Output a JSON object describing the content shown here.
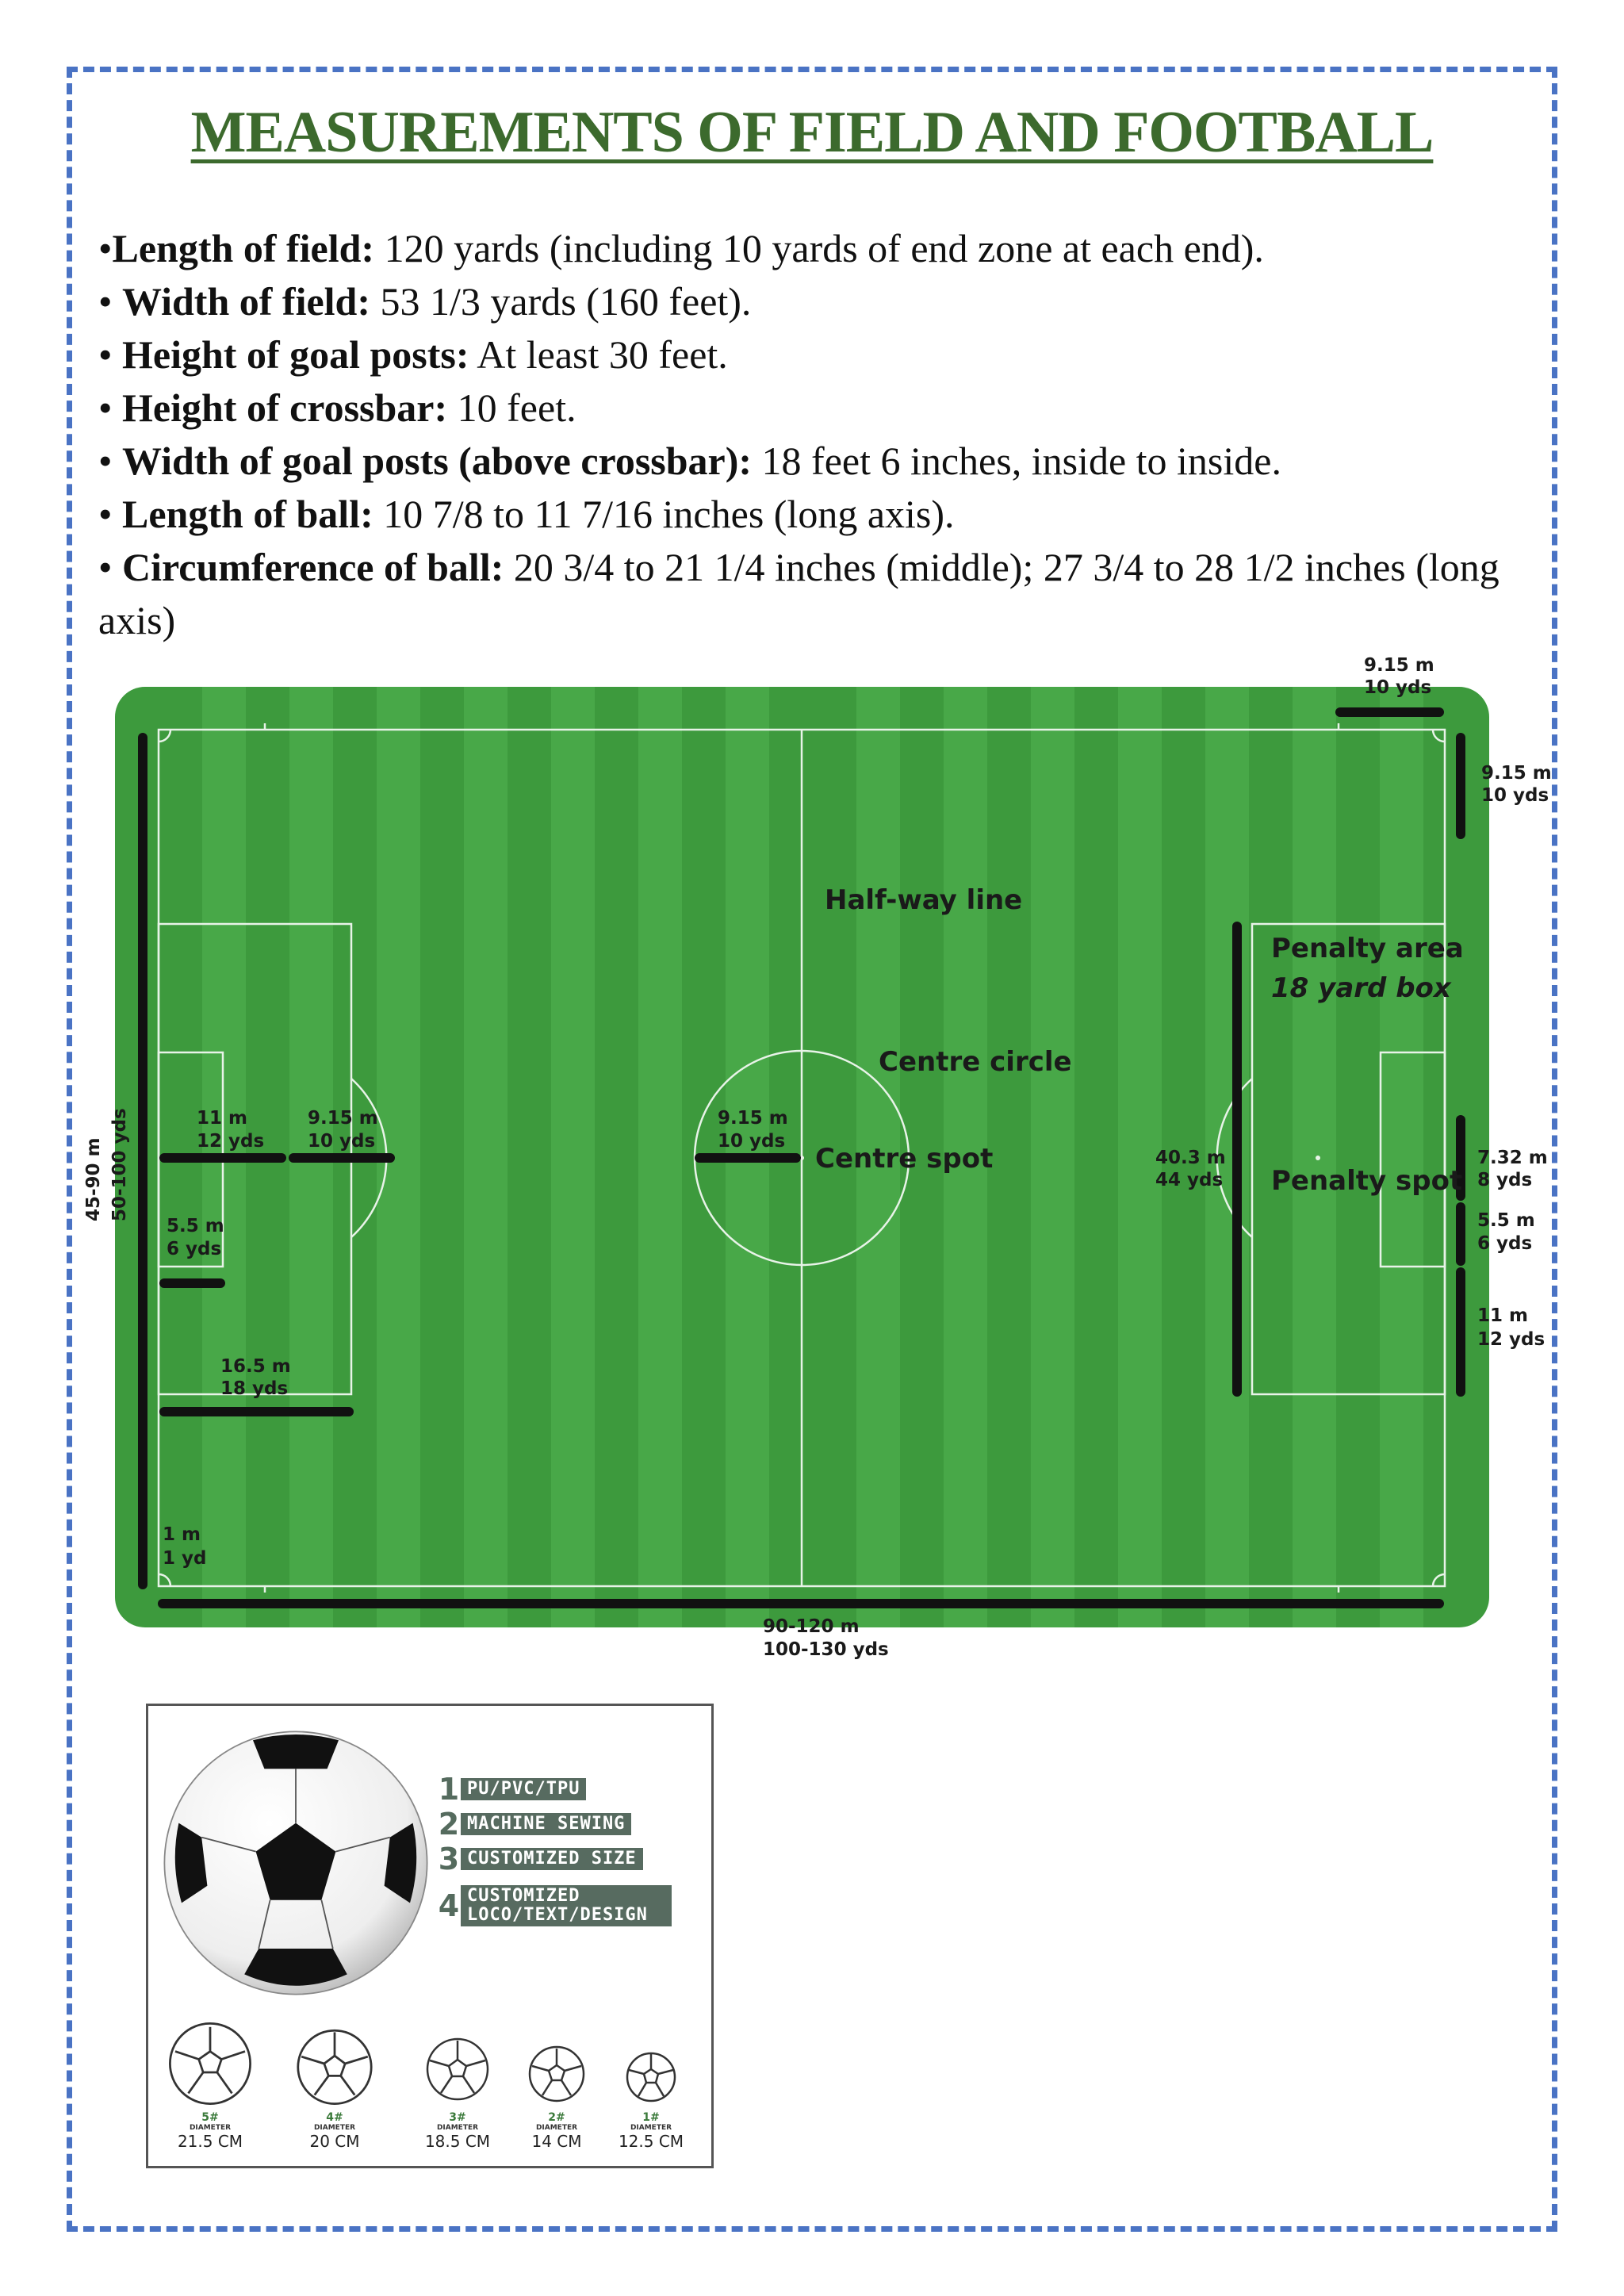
{
  "title": "MEASUREMENTS OF FIELD AND FOOTBALL",
  "facts": [
    {
      "bullet": "•",
      "label": "Length of field:",
      "text": " 120 yards (including 10 yards of end zone at each end)."
    },
    {
      "bullet": "• ",
      "label": "Width of field:",
      "text": " 53 1/3 yards (160 feet)."
    },
    {
      "bullet": "• ",
      "label": "Height of goal posts:",
      "text": " At least 30 feet."
    },
    {
      "bullet": "• ",
      "label": "Height of crossbar:",
      "text": " 10 feet."
    },
    {
      "bullet": "• ",
      "label": "Width of goal posts (above crossbar):",
      "text": " 18 feet 6 inches, inside to inside."
    },
    {
      "bullet": "• ",
      "label": "Length of ball:",
      "text": " 10 7/8 to 11 7/16 inches (long axis)."
    },
    {
      "bullet": "• ",
      "label": "Circumference of ball:",
      "text": " 20 3/4 to 21 1/4 inches (middle); 27 3/4 to 28 1/2 inches (long axis)"
    }
  ],
  "pitch": {
    "colors": {
      "grass": "#3d9a3d",
      "stripe": "#48a848",
      "line": "#e8f3e8",
      "arrow": "#111111"
    },
    "labels": {
      "halfway": "Half-way line",
      "penalty_area": "Penalty area",
      "yard_box": "18 yard box",
      "centre_circle": "Centre circle",
      "centre_spot": "Centre spot",
      "penalty_spot": "Penalty spot",
      "corner_m": "9.15 m",
      "corner_yds": "10 yds",
      "corner_side_m": "9.15 m",
      "corner_side_yds": "10 yds",
      "side_m": "45-90 m",
      "side_yds": "50-100 yds",
      "pen_spot_m": "11 m",
      "pen_spot_yds": "12 yds",
      "arc_m": "9.15 m",
      "arc_yds": "10 yds",
      "circle_m": "9.15 m",
      "circle_yds": "10 yds",
      "goal_area_m": "5.5 m",
      "goal_area_yds": "6 yds",
      "pen_area_m": "16.5 m",
      "pen_area_yds": "18 yds",
      "corner_arc_m": "1 m",
      "corner_arc_yds": "1 yd",
      "pen_width_m": "40.3 m",
      "pen_width_yds": "44 yds",
      "goal_m": "7.32 m",
      "goal_yds": "8 yds",
      "goal_depth_m": "5.5 m",
      "goal_depth_yds": "6 yds",
      "spot_dist_m": "11 m",
      "spot_dist_yds": "12 yds",
      "length_m": "90-120 m",
      "length_yds": "100-130 yds"
    }
  },
  "ball": {
    "features": [
      {
        "num": "1",
        "label": "PU/PVC/TPU"
      },
      {
        "num": "2",
        "label": "MACHINE SEWING"
      },
      {
        "num": "3",
        "label": "CUSTOMIZED SIZE"
      },
      {
        "num": "4",
        "label": "CUSTOMIZED LOCO/TEXT/DESIGN"
      }
    ],
    "sizes": [
      {
        "tag": "5#",
        "diameter_label": "DIAMETER",
        "cm": "21.5 CM"
      },
      {
        "tag": "4#",
        "diameter_label": "DIAMETER",
        "cm": "20 CM"
      },
      {
        "tag": "3#",
        "diameter_label": "DIAMETER",
        "cm": "18.5 CM"
      },
      {
        "tag": "2#",
        "diameter_label": "DIAMETER",
        "cm": "14 CM"
      },
      {
        "tag": "1#",
        "diameter_label": "DIAMETER",
        "cm": "12.5 CM"
      }
    ]
  }
}
